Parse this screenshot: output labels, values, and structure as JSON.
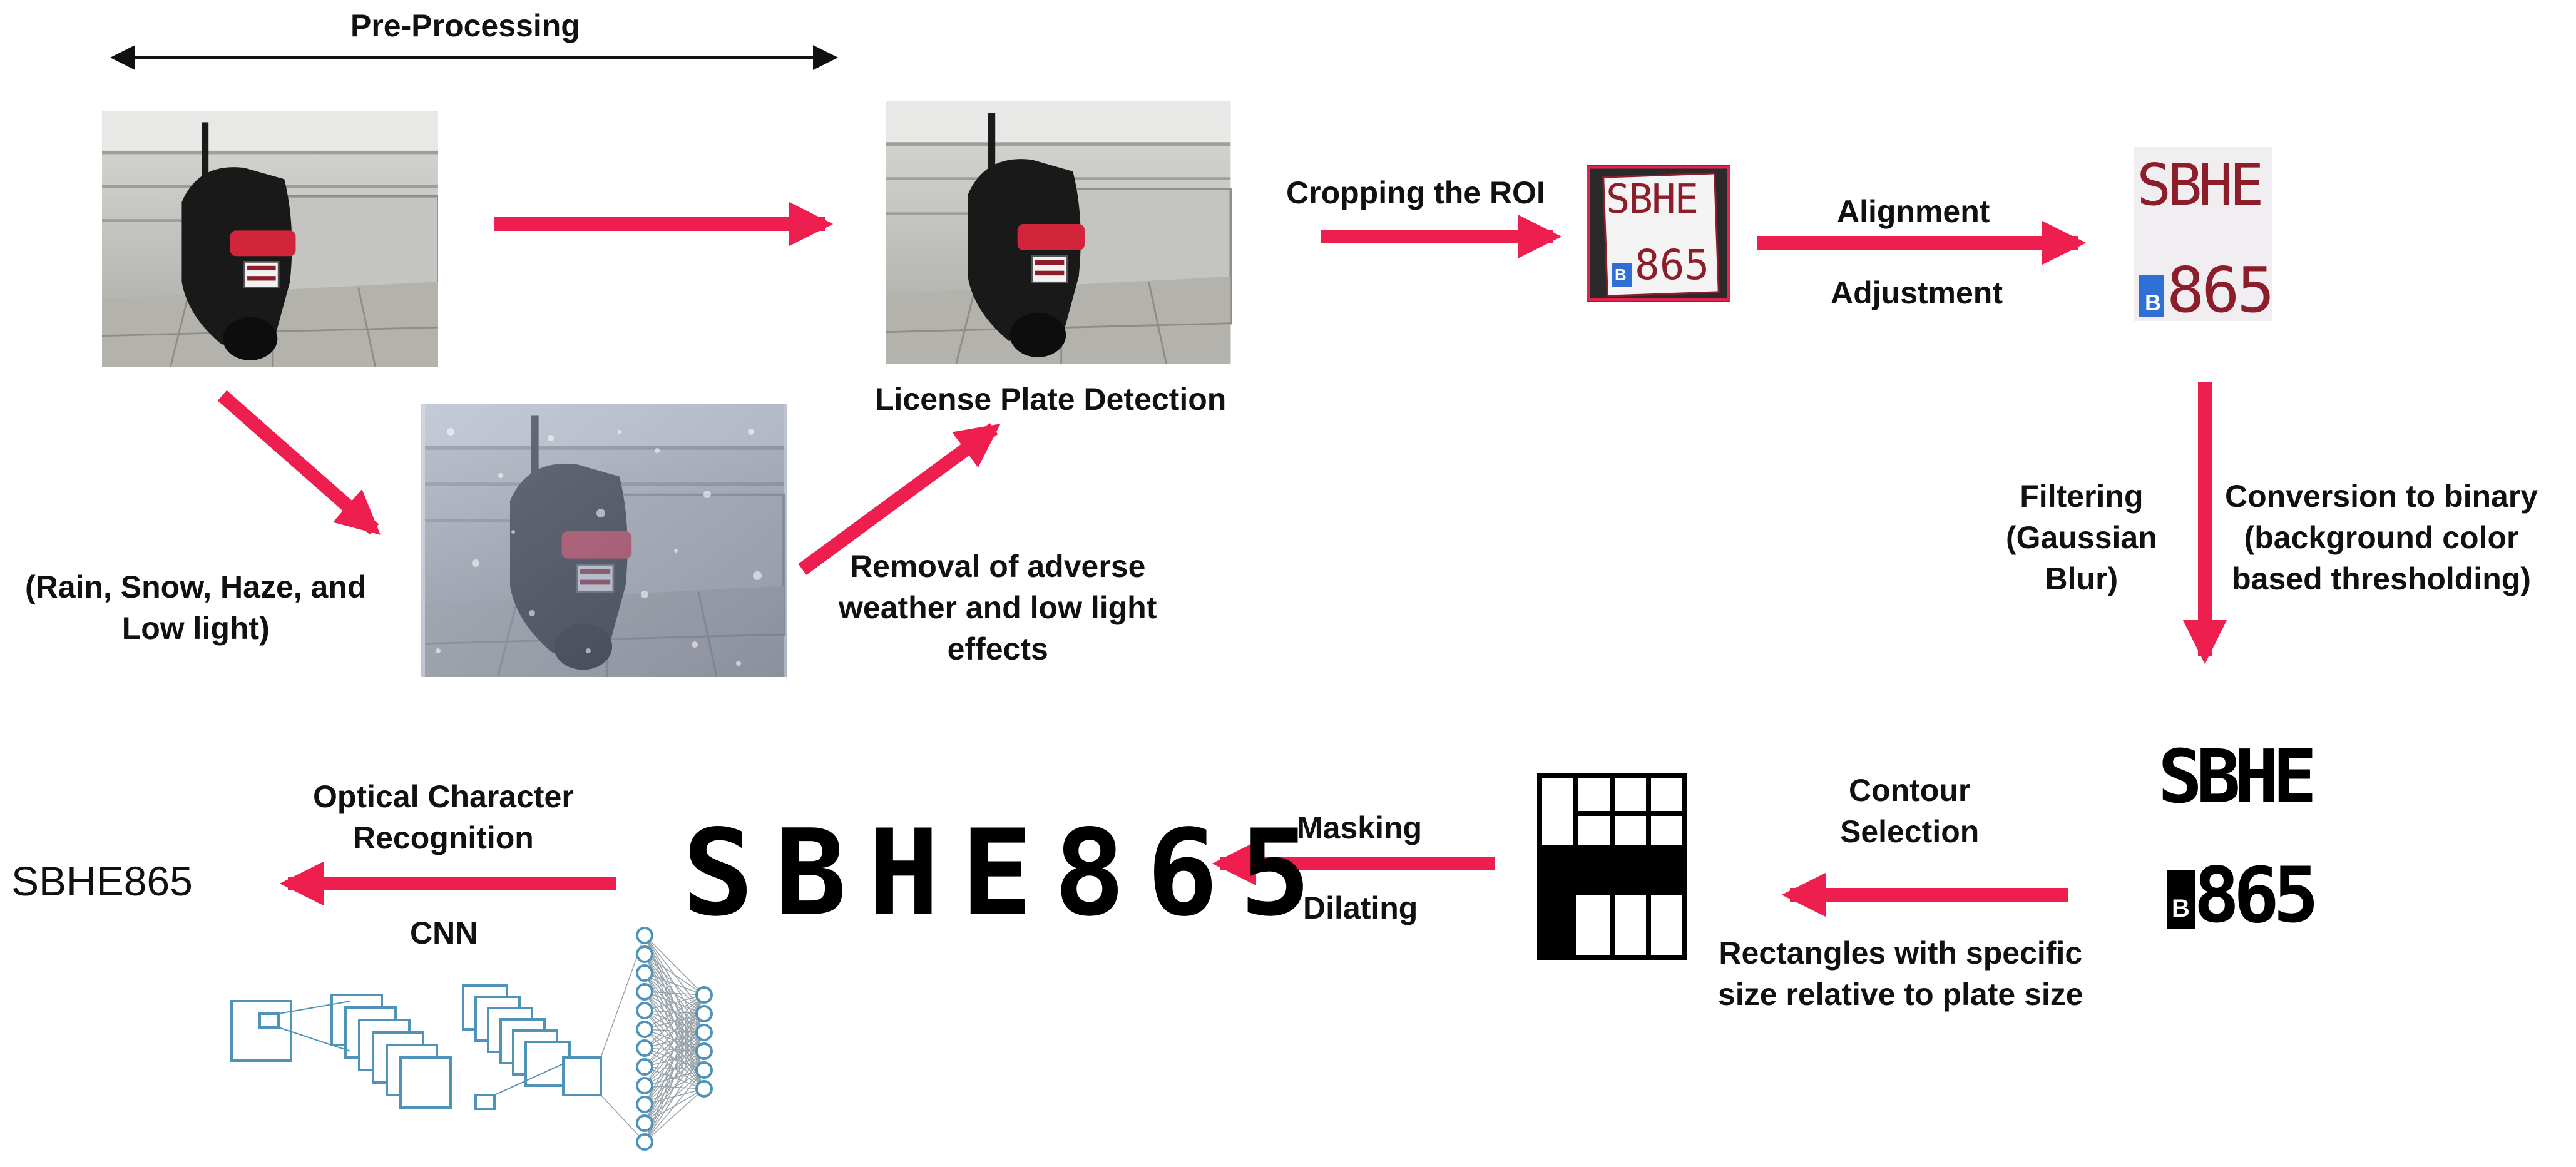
{
  "labels": {
    "preprocessing": "Pre-Processing",
    "weather_conditions": [
      "(Rain, Snow, Haze, and",
      "Low light)"
    ],
    "weather_removal": [
      "Removal of adverse",
      "weather and low light",
      "effects"
    ],
    "plate_detection": "License Plate Detection",
    "cropping": "Cropping the ROI",
    "alignment": "Alignment",
    "adjustment": "Adjustment",
    "filtering": [
      "Filtering",
      "(Gaussian",
      "Blur)"
    ],
    "binary_conversion": [
      "Conversion to binary",
      "(background color",
      "based thresholding)"
    ],
    "contour_selection": [
      "Contour",
      "Selection"
    ],
    "rectangles": [
      "Rectangles with specific",
      "size relative to plate size"
    ],
    "masking": "Masking",
    "dilating": "Dilating",
    "ocr": [
      "Optical Character",
      "Recognition"
    ],
    "cnn": "CNN"
  },
  "plate": {
    "top_text": "SBHE",
    "bottom_text": "865",
    "region_letter": "B",
    "segmented_text": "SBHE865"
  },
  "result_text": "SBHE865",
  "colors": {
    "arrow": "#ee1e4f",
    "plate_text": "#8b1e2a",
    "plate_blue": "#2f6fd6",
    "cnn_line": "#4f94b8",
    "text": "#111111"
  }
}
